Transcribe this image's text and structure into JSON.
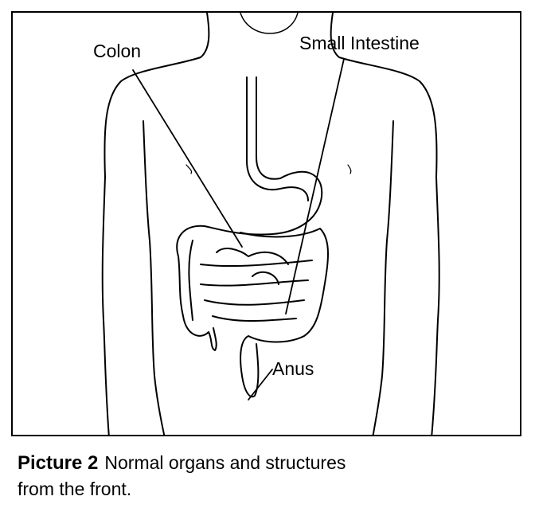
{
  "labels": {
    "colon": "Colon",
    "small_intestine": "Small Intestine",
    "anus": "Anus"
  },
  "caption": {
    "title": "Picture 2",
    "text_line1": "Normal organs and structures",
    "text_line2": "from the front."
  }
}
